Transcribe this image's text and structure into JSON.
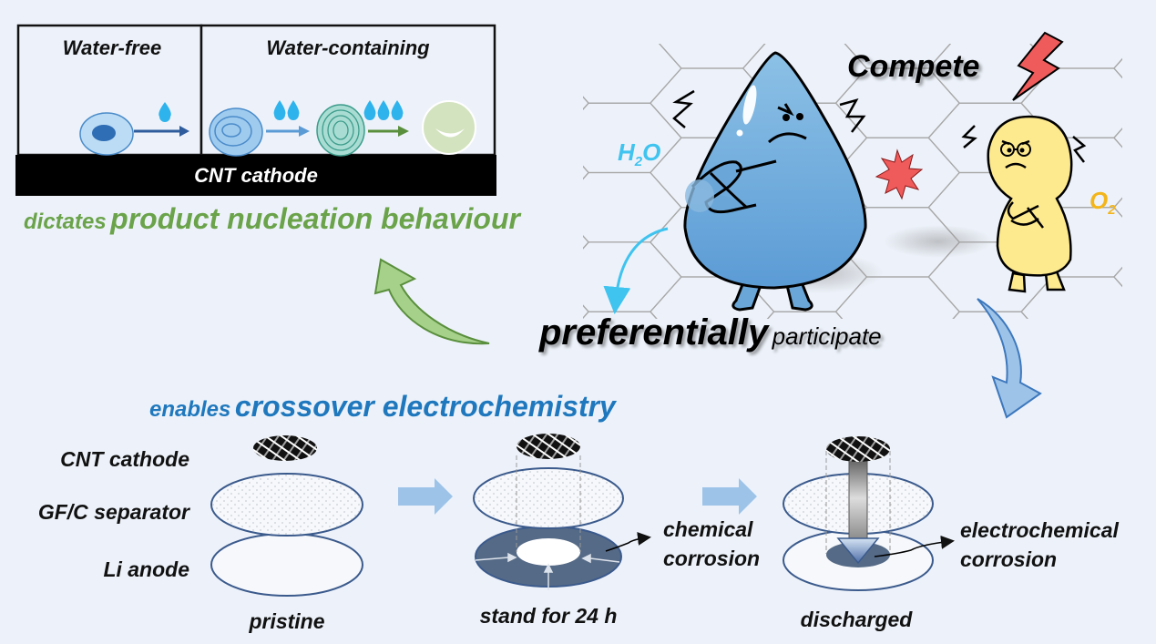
{
  "nucleation_panel": {
    "water_free_label": "Water-free",
    "water_containing_label": "Water-containing",
    "cathode_bar_label": "CNT cathode",
    "water_drop_counts": [
      1,
      2,
      3
    ]
  },
  "headings": {
    "nucleation_prefix": "dictates",
    "nucleation_main": "product nucleation behaviour",
    "crossover_prefix": "enables",
    "crossover_main": "crossover electrochemistry"
  },
  "competition_scene": {
    "compete_label": "Compete",
    "water_label_main": "H",
    "water_label_sub": "2",
    "water_label_end": "O",
    "oxygen_label_main": "O",
    "oxygen_label_sub": "2",
    "participate_strong": "preferentially",
    "participate_weak": "participate"
  },
  "cell_stack": {
    "layer_labels": [
      "CNT cathode",
      "GF/C separator",
      "Li anode"
    ],
    "steps": [
      {
        "label": "pristine"
      },
      {
        "label": "stand for 24 h",
        "annotation_line1": "chemical",
        "annotation_line2": "corrosion"
      },
      {
        "label": "discharged",
        "annotation_line1": "electrochemical",
        "annotation_line2": "corrosion"
      }
    ]
  },
  "colors": {
    "background": "#edf2fa",
    "green_accent": "#6aa34a",
    "blue_accent": "#1f78bd",
    "water_blue": "#6aa6d8",
    "oxygen_yellow": "#fde98e",
    "h2o_text": "#3fc3ef",
    "o2_text": "#f3b51a",
    "bolt_red": "#ef5a5a",
    "corroded_anode": "#556a86"
  }
}
